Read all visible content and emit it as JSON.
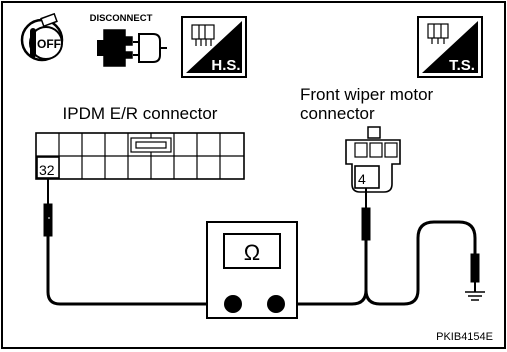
{
  "icons": {
    "ignition": {
      "text": "OFF"
    },
    "disconnect": {
      "text": "DISCONNECT"
    },
    "harness_side": {
      "text": "H.S."
    },
    "terminal_side": {
      "text": "T.S."
    }
  },
  "ipdm": {
    "title": "IPDM E/R connector",
    "terminal": "32"
  },
  "wiper": {
    "title_line1": "Front wiper motor",
    "title_line2": "connector",
    "terminal": "4"
  },
  "meter": {
    "symbol": "Ω"
  },
  "ground": {
    "symbol": "ground"
  },
  "figure_id": "PKIB4154E",
  "colors": {
    "line": "#000000",
    "background": "#ffffff"
  }
}
